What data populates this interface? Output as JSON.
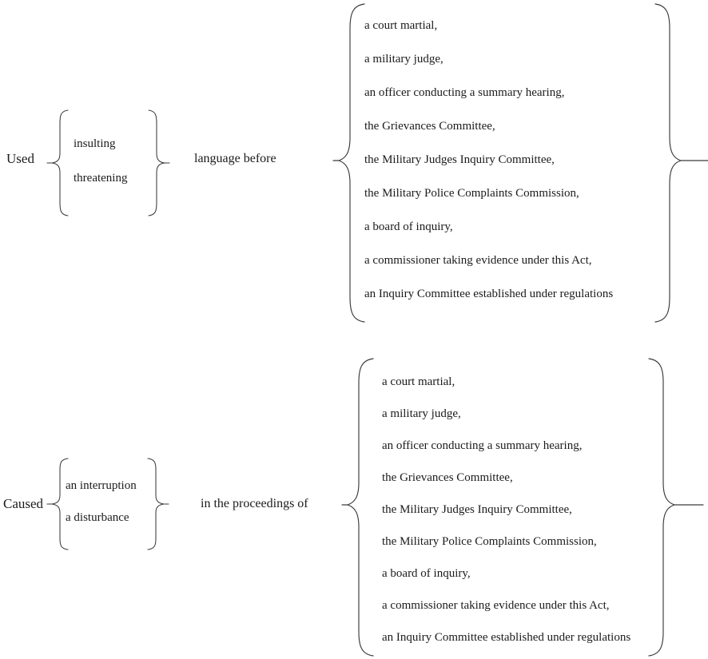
{
  "document": {
    "title": "Offence structure diagram",
    "background_color": "#ffffff",
    "text_color": "#1b1b1b",
    "stroke_color": "#3a3a3a"
  },
  "blocks": [
    {
      "id": "used-language-before",
      "lead": "Used",
      "alternatives": [
        "insulting",
        "threatening"
      ],
      "connector": "language before",
      "targets": [
        "a court martial,",
        "a military judge,",
        "an officer conducting a summary hearing,",
        "the Grievances Committee,",
        "the Military Judges Inquiry Committee,",
        "the Military Police Complaints Commission,",
        "a board of inquiry,",
        "a commissioner taking evidence under this Act,",
        "an Inquiry Committee established under regulations"
      ]
    },
    {
      "id": "caused-interruption-in-proceedings",
      "lead": "Caused",
      "alternatives": [
        "an interruption",
        "a disturbance"
      ],
      "connector": "in the proceedings of",
      "targets": [
        "a court martial,",
        "a military judge,",
        "an officer conducting a summary hearing,",
        "the Grievances Committee,",
        "the Military Judges Inquiry Committee,",
        "the Military Police Complaints Commission,",
        "a board of inquiry,",
        "a commissioner taking evidence under this Act,",
        "an Inquiry Committee established under regulations"
      ]
    }
  ],
  "icons": {
    "left_brace": "left-curly-brace",
    "right_brace": "right-curly-brace"
  }
}
